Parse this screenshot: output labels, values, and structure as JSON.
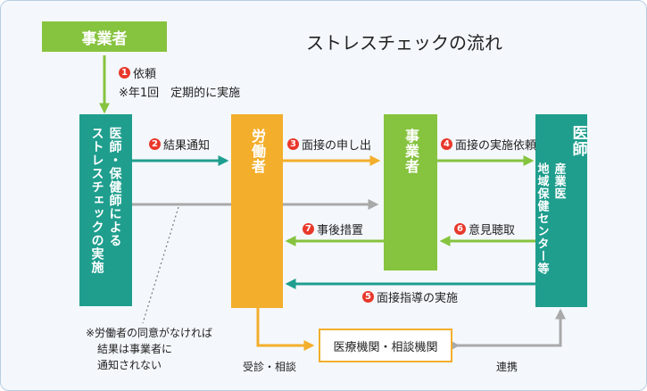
{
  "title": "ストレスチェックの流れ",
  "colors": {
    "green": "#86c33f",
    "teal": "#1f9e8e",
    "orange": "#f3ae2c",
    "gray": "#a9a9a9",
    "badge": "#e8382b"
  },
  "nodes": {
    "employer_top": "事業者",
    "doctor": {
      "col1": "医師・保健師による",
      "col2": "ストレスチェックの実施"
    },
    "worker": "労働者",
    "employer_mid": "事業者",
    "right": {
      "main": "医師",
      "sub1": "産業医",
      "sub2": "地域保健センター等"
    },
    "medical": "医療機関・相談機関"
  },
  "steps": [
    {
      "num": "1",
      "label": "依頼"
    },
    {
      "num": "2",
      "label": "結果通知"
    },
    {
      "num": "3",
      "label": "面接の申し出"
    },
    {
      "num": "4",
      "label": "面接の実施依頼"
    },
    {
      "num": "5",
      "label": "面接指導の実施"
    },
    {
      "num": "6",
      "label": "意見聴取"
    },
    {
      "num": "7",
      "label": "事後措置"
    }
  ],
  "notes": {
    "frequency": "※年1回　定期的に実施",
    "consent_l1": "※労働者の同意がなければ",
    "consent_l2": "結果は事業者に",
    "consent_l3": "通知されない",
    "consult": "受診・相談",
    "cooperation": "連携"
  }
}
